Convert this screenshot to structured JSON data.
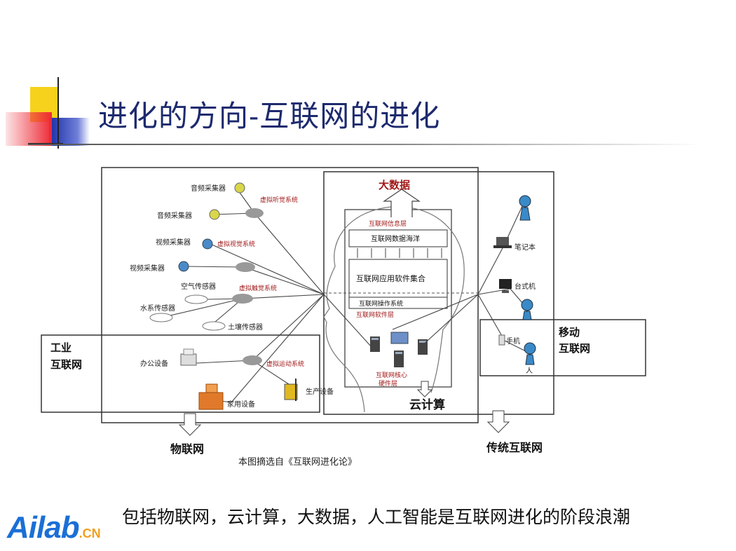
{
  "title": "进化的方向-互联网的进化",
  "caption": "包括物联网，云计算，大数据，人工智能是互联网进化的阶段浪潮",
  "logo": {
    "main": "Ailab",
    "suffix": ".CN"
  },
  "diagram": {
    "big_data": "大数据",
    "cloud": "云计算",
    "iot": "物联网",
    "traditional_internet": "传统互联网",
    "industrial_internet": [
      "工业",
      "互联网"
    ],
    "mobile_internet": [
      "移动",
      "互联网"
    ],
    "source_note": "本图摘选自《互联网进化论》",
    "layers": {
      "info": "互联网信息层",
      "data": "互联网数据海洋",
      "apps": "互联网应用软件集合",
      "os": "互联网操作系统",
      "software": "互联网软件层",
      "hardware": [
        "互联网核心",
        "硬件层"
      ]
    },
    "systems": {
      "audio": "虚拟听觉系统",
      "visual": "虚拟视觉系统",
      "tactile": "虚拟触觉系统",
      "motor": "虚拟运动系统"
    },
    "devices": {
      "audio1": "音频采集器",
      "audio2": "音频采集器",
      "video1": "视频采集器",
      "video2": "视频采集器",
      "air": "空气传感器",
      "water": "水系传感器",
      "soil": "土壤传感器",
      "office": "办公设备",
      "home": "家用设备",
      "production": "生产设备",
      "notebook": "笔记本",
      "desktop": "台式机",
      "phone": "手机",
      "person": "人"
    }
  }
}
